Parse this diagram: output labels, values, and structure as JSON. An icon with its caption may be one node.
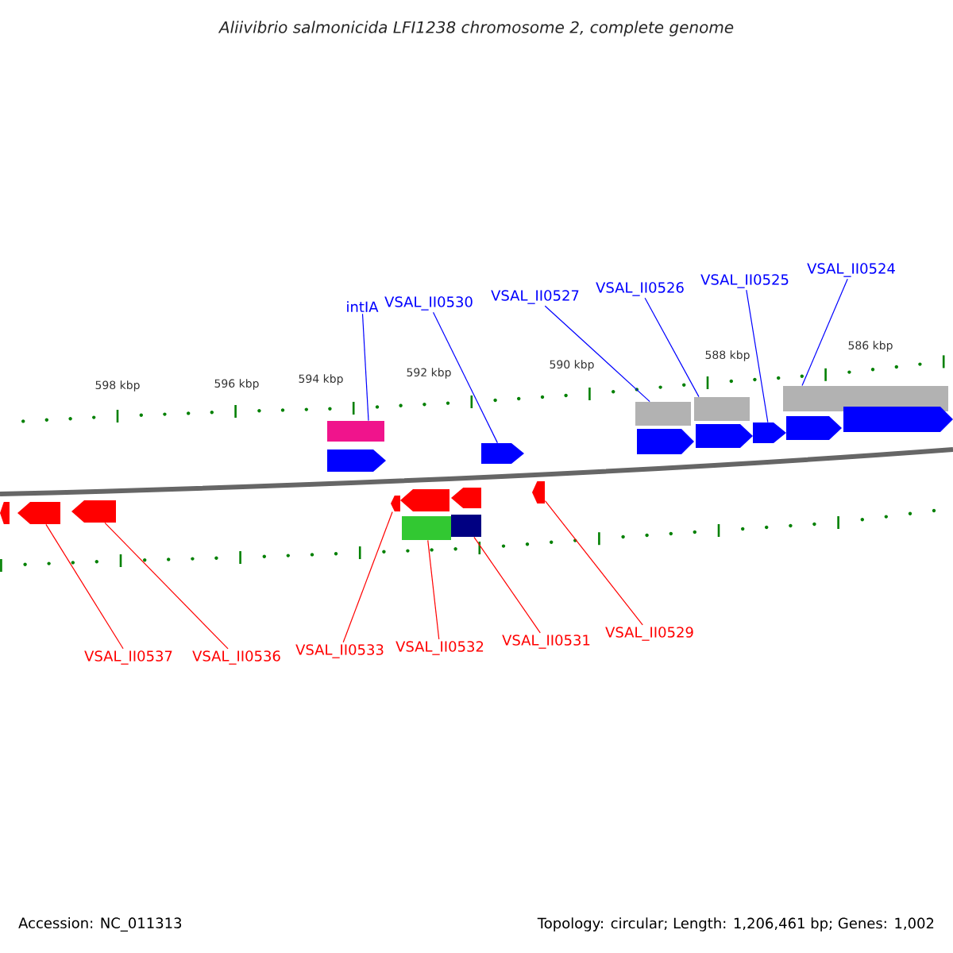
{
  "diagram": {
    "title": "Aliivibrio salmonicida LFI1238 chromosome 2, complete genome",
    "nodes": [
      {
        "text": [
          "intIA"
        ]
      },
      {
        "text": [
          "VSAL_II0530"
        ]
      },
      {
        "text": [
          "VSAL_II0527"
        ]
      },
      {
        "text": [
          "VSAL_II0526"
        ]
      },
      {
        "text": [
          "VSAL_II0525"
        ]
      },
      {
        "text": [
          "VSAL_II0524"
        ]
      },
      {
        "text": [
          "VSAL_II0537"
        ]
      },
      {
        "text": [
          "VSAL_II0536"
        ]
      },
      {
        "text": [
          "VSAL_II0533"
        ]
      },
      {
        "text": [
          "VSAL_II0532"
        ]
      },
      {
        "text": [
          "VSAL_II0531"
        ]
      },
      {
        "text": [
          "VSAL_II0529"
        ]
      },
      {
        "text": [],
        "shape": "box"
      },
      {
        "text": [],
        "shape": "pentagon"
      },
      {
        "text": [],
        "shape": "box"
      },
      {
        "text": [],
        "shape": "box"
      },
      {
        "text": [],
        "shape": "pentagon"
      },
      {
        "text": [],
        "shape": "box"
      },
      {
        "text": [],
        "shape": "pentagon"
      },
      {
        "text": [],
        "shape": "pentagon"
      },
      {
        "text": [],
        "shape": "pentagon"
      },
      {
        "text": [],
        "shape": "box"
      },
      {
        "text": [],
        "shape": "box"
      },
      {
        "text": [],
        "shape": "pentagon"
      },
      {
        "text": [],
        "shape": "pentagon"
      },
      {
        "text": [],
        "shape": "pentagon"
      },
      {
        "text": [],
        "shape": "pentagon"
      },
      {
        "text": [],
        "shape": "pentagon"
      },
      {
        "text": [],
        "shape": "pentagon"
      },
      {
        "text": [],
        "shape": "pentagon"
      },
      {
        "text": [],
        "shape": "pentagon"
      },
      {
        "text": [],
        "shape": "pentagon"
      }
    ],
    "edges": [
      {
        "from": 0,
        "to": 12,
        "arrow": "none"
      },
      {
        "from": 1,
        "to": 13,
        "arrow": "none"
      },
      {
        "from": 2,
        "to": 14,
        "arrow": "none"
      },
      {
        "from": 3,
        "to": 15,
        "arrow": "none"
      },
      {
        "from": 4,
        "to": 16,
        "arrow": "none"
      },
      {
        "from": 5,
        "to": 17,
        "arrow": "none"
      },
      {
        "from": 6,
        "to": 18,
        "arrow": "none",
        "color": "#ff0000"
      },
      {
        "from": 7,
        "to": 19,
        "arrow": "none",
        "color": "#ff0000"
      },
      {
        "from": 8,
        "to": 20,
        "arrow": "none",
        "color": "#ff0000"
      },
      {
        "from": 9,
        "to": 21,
        "arrow": "none",
        "color": "#ff0000"
      },
      {
        "from": 10,
        "to": 22,
        "arrow": "none",
        "color": "#ff0000"
      },
      {
        "from": 11,
        "to": 23,
        "arrow": "none",
        "color": "#ff0000"
      }
    ],
    "labels": [
      "598 kbp",
      "596 kbp",
      "594 kbp",
      "592 kbp",
      "590 kbp",
      "588 kbp",
      "586 kbp",
      "Accession: NC_011313",
      "Topology: circular; Length: 1,206,461 bp; Genes: 1,002"
    ]
  }
}
